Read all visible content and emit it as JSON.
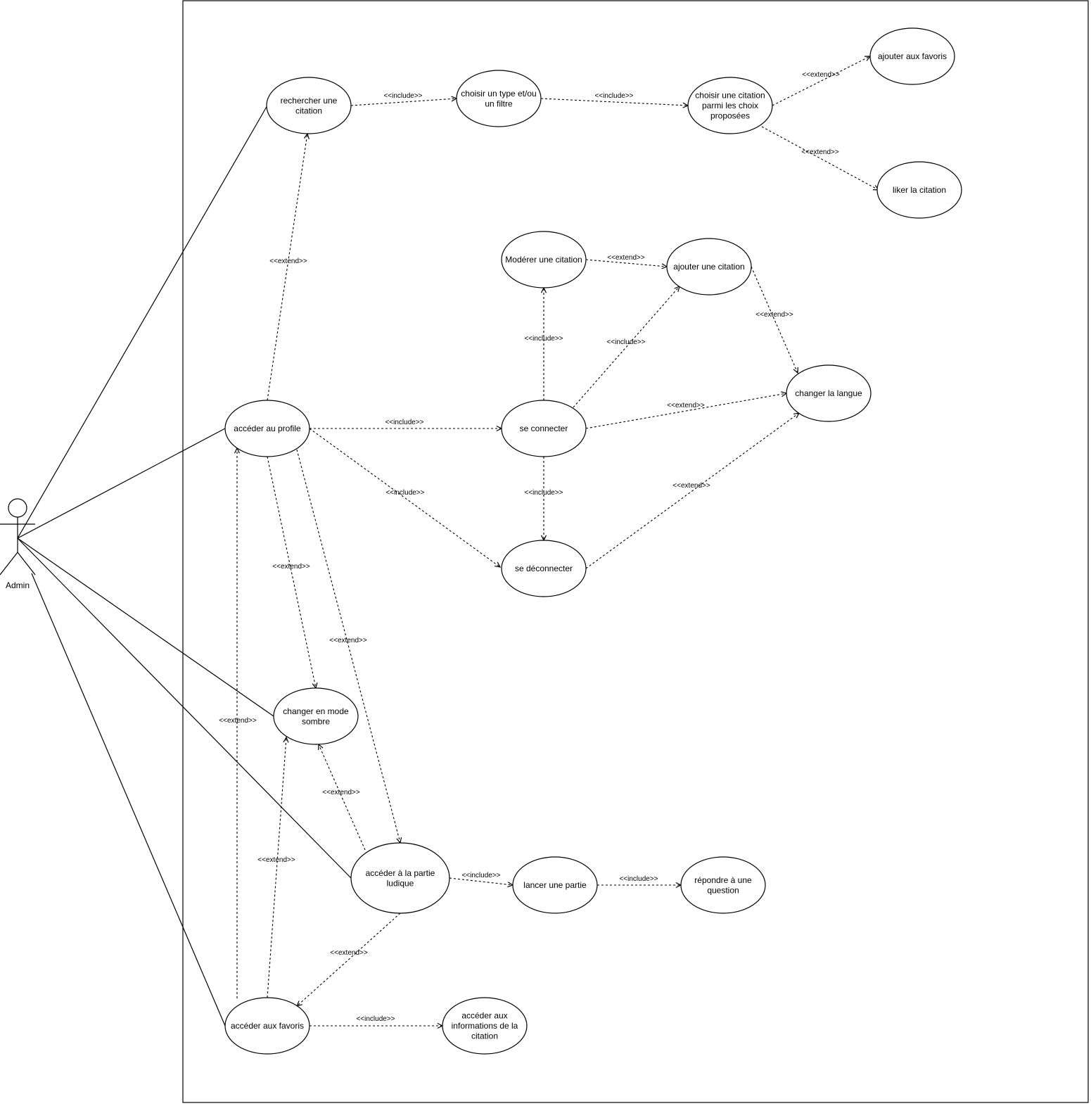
{
  "actor": {
    "name": "Admin",
    "icon": "stick-figure-actor-icon"
  },
  "use_cases": [
    {
      "id": "rechercher",
      "lines": [
        "rechercher une",
        "citation"
      ]
    },
    {
      "id": "choisir_type",
      "lines": [
        "choisir un type et/ou",
        "un filtre"
      ]
    },
    {
      "id": "choisir_citation",
      "lines": [
        "choisir une citation",
        "parmi les choix",
        "proposées"
      ]
    },
    {
      "id": "ajouter_favoris",
      "lines": [
        "ajouter aux favoris"
      ]
    },
    {
      "id": "liker",
      "lines": [
        "liker la citation"
      ]
    },
    {
      "id": "moderer",
      "lines": [
        "Modérer  une citation"
      ]
    },
    {
      "id": "ajouter_citation",
      "lines": [
        "ajouter une citation"
      ]
    },
    {
      "id": "changer_langue",
      "lines": [
        "changer la langue"
      ]
    },
    {
      "id": "profile",
      "lines": [
        "accéder au profile"
      ]
    },
    {
      "id": "connecter",
      "lines": [
        "se connecter"
      ]
    },
    {
      "id": "deconnecter",
      "lines": [
        "se déconnecter"
      ]
    },
    {
      "id": "sombre",
      "lines": [
        "changer en mode",
        "sombre"
      ]
    },
    {
      "id": "ludique",
      "lines": [
        "accéder à la partie",
        "ludique"
      ]
    },
    {
      "id": "lancer",
      "lines": [
        "lancer une partie"
      ]
    },
    {
      "id": "repondre",
      "lines": [
        "répondre à une",
        "question"
      ]
    },
    {
      "id": "favoris",
      "lines": [
        "accéder aux favoris"
      ]
    },
    {
      "id": "infos",
      "lines": [
        "accéder aux",
        "informations de la",
        "citation"
      ]
    }
  ],
  "associations": [
    {
      "from": "actor",
      "to": "rechercher"
    },
    {
      "from": "actor",
      "to": "profile"
    },
    {
      "from": "actor",
      "to": "sombre"
    },
    {
      "from": "actor",
      "to": "ludique"
    },
    {
      "from": "actor",
      "to": "favoris"
    }
  ],
  "relationships": [
    {
      "from": "rechercher",
      "to": "choisir_type",
      "label": "<<include>>"
    },
    {
      "from": "choisir_type",
      "to": "choisir_citation",
      "label": "<<include>>"
    },
    {
      "from": "choisir_citation",
      "to": "ajouter_favoris",
      "label": "<<extend>>"
    },
    {
      "from": "choisir_citation",
      "to": "liker",
      "label": "<<extend>>"
    },
    {
      "from": "profile",
      "to": "rechercher",
      "label": "<<extend>>"
    },
    {
      "from": "moderer",
      "to": "ajouter_citation",
      "label": "<<extend>>"
    },
    {
      "from": "ajouter_citation",
      "to": "changer_langue",
      "label": "<<extend>>"
    },
    {
      "from": "connecter",
      "to": "moderer",
      "label": "<<include>>"
    },
    {
      "from": "connecter",
      "to": "ajouter_citation",
      "label": "<<include>>"
    },
    {
      "from": "connecter",
      "to": "changer_langue",
      "label": "<<extend>>"
    },
    {
      "from": "deconnecter",
      "to": "changer_langue",
      "label": "<<extend>>"
    },
    {
      "from": "profile",
      "to": "connecter",
      "label": "<<include>>"
    },
    {
      "from": "profile",
      "to": "deconnecter",
      "label": "<<include>>"
    },
    {
      "from": "connecter",
      "to": "deconnecter",
      "label": "<<include>>"
    },
    {
      "from": "profile",
      "to": "sombre",
      "label": "<<extend>>"
    },
    {
      "from": "profile",
      "to": "ludique",
      "label": "<<extend>>"
    },
    {
      "from": "favoris",
      "to": "profile",
      "label": "<<extend>>"
    },
    {
      "from": "ludique",
      "to": "sombre",
      "label": "<<extend>>"
    },
    {
      "from": "favoris",
      "to": "sombre",
      "label": "<<extend>>"
    },
    {
      "from": "ludique",
      "to": "lancer",
      "label": "<<include>>"
    },
    {
      "from": "lancer",
      "to": "repondre",
      "label": "<<include>>"
    },
    {
      "from": "ludique",
      "to": "favoris",
      "label": "<<extend>>"
    },
    {
      "from": "favoris",
      "to": "infos",
      "label": "<<include>>"
    }
  ]
}
